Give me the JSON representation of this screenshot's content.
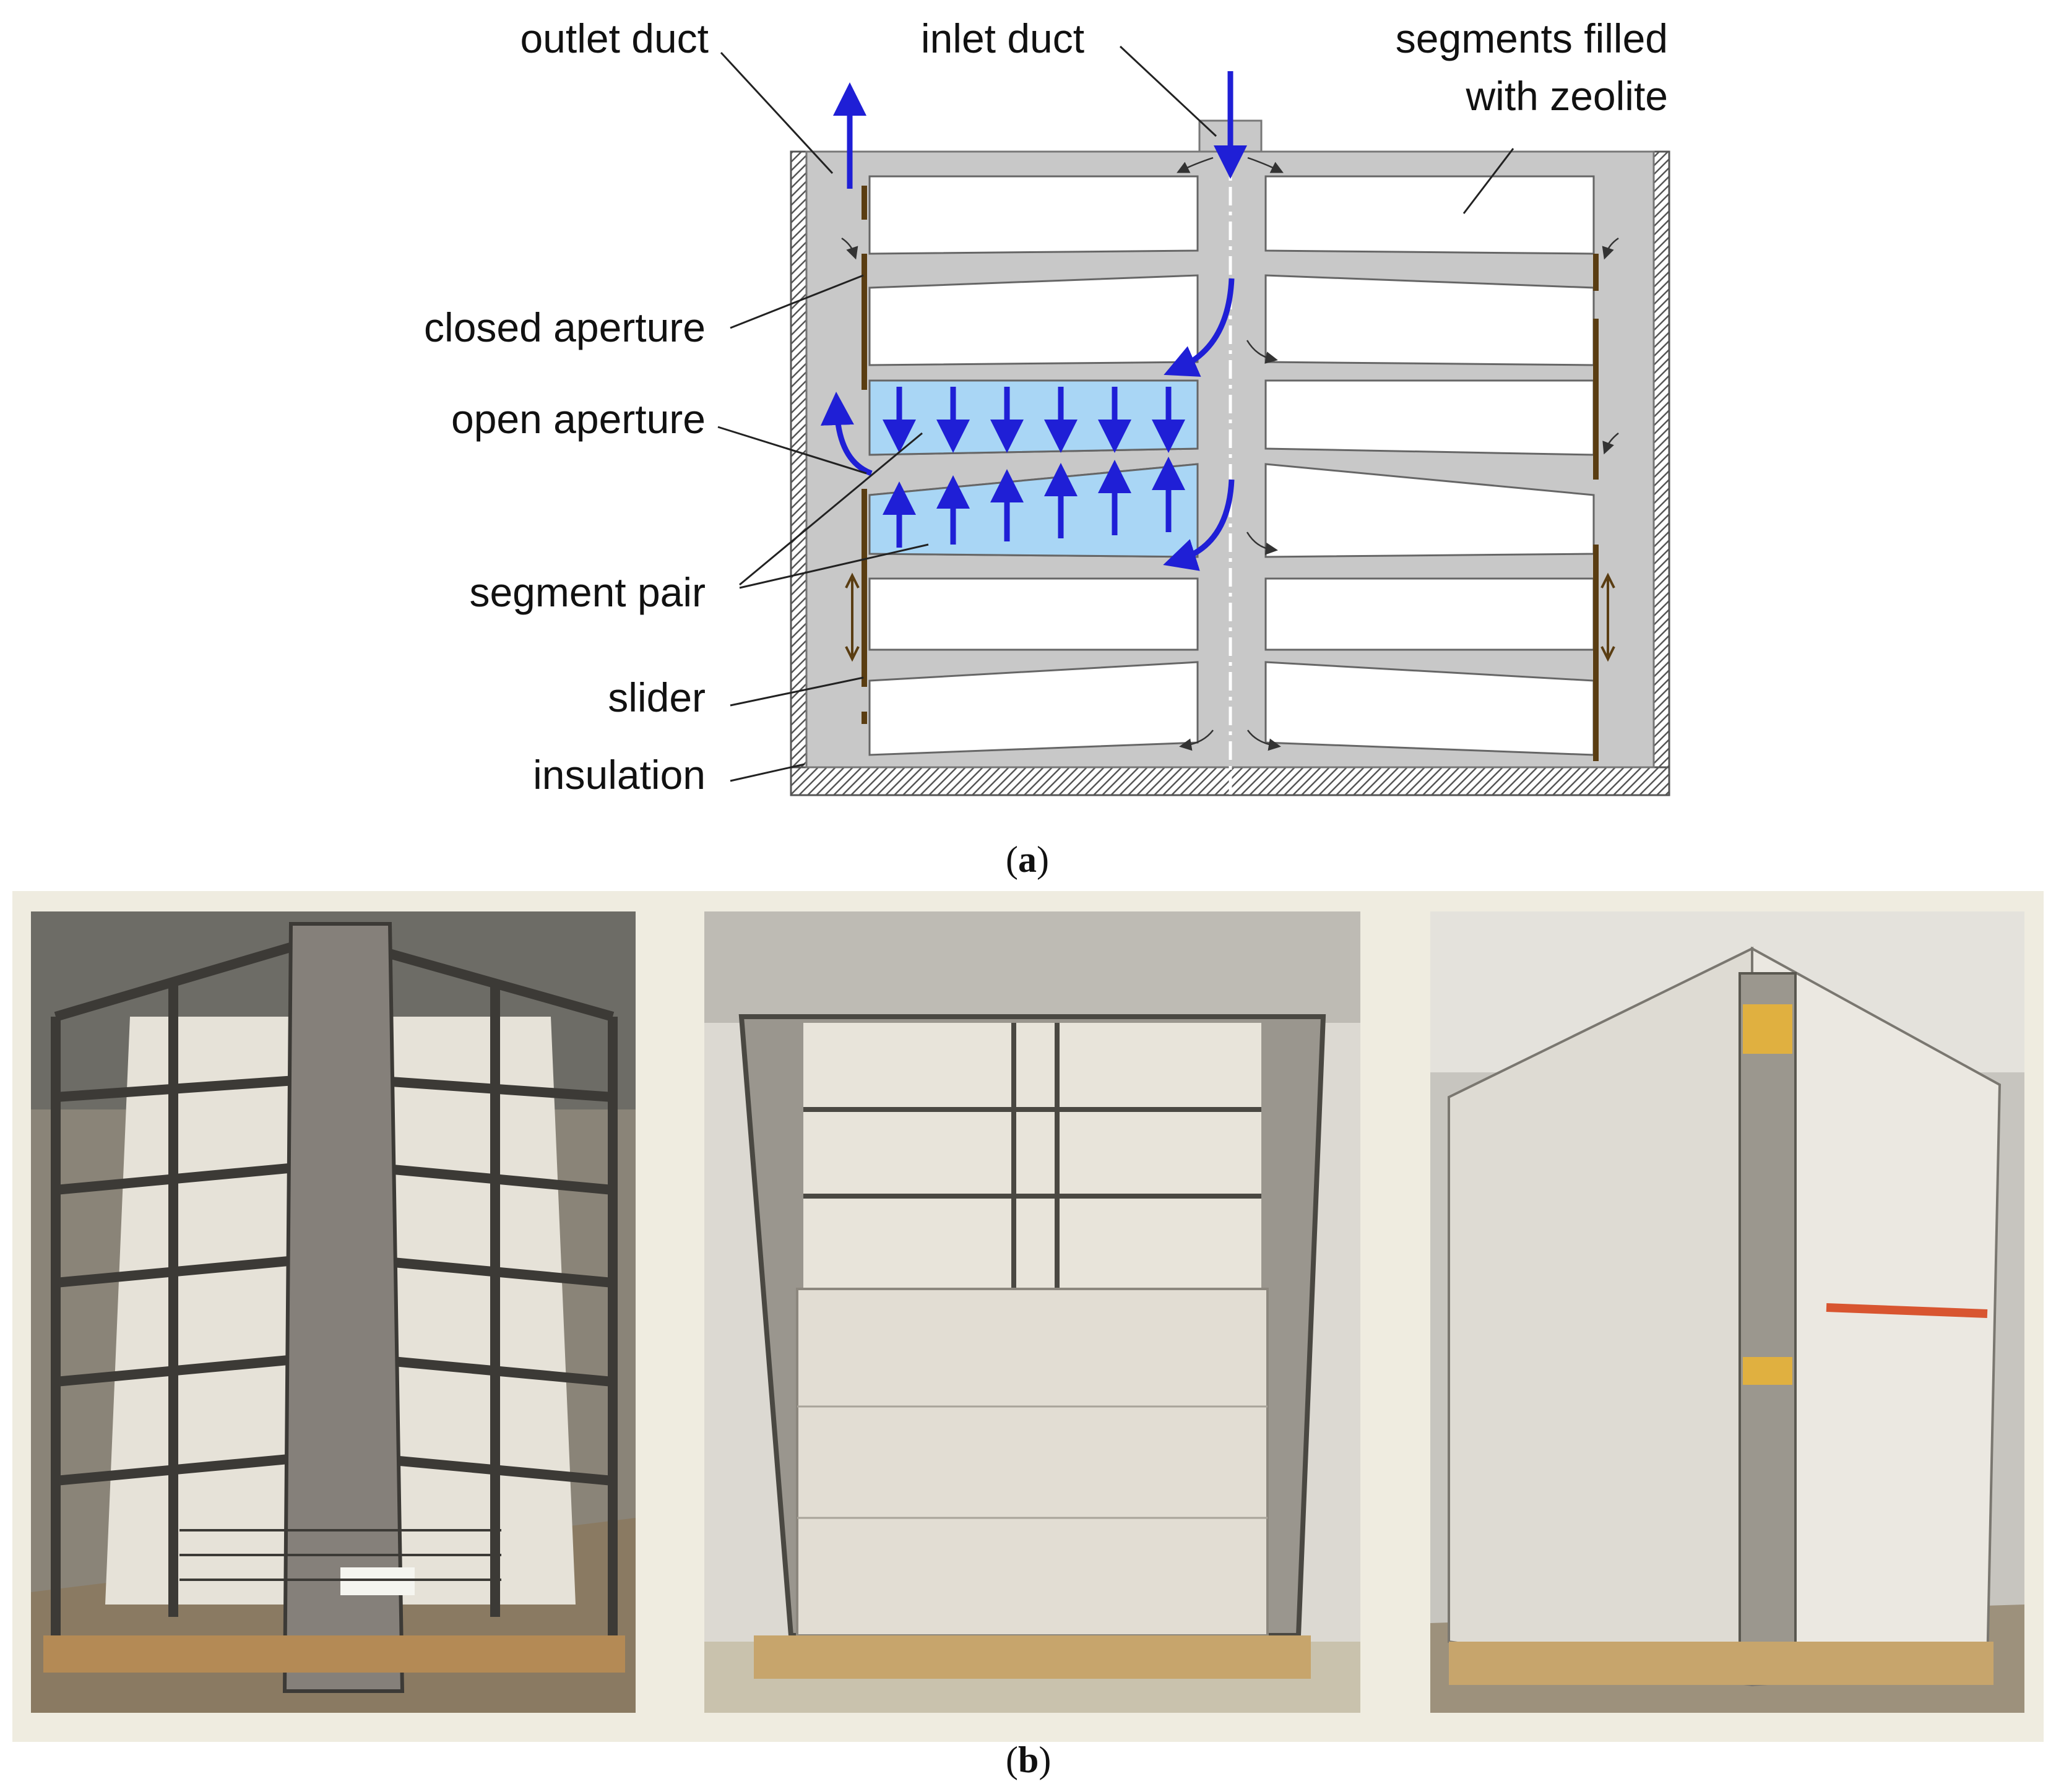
{
  "labels": {
    "outlet_duct": "outlet duct",
    "inlet_duct": "inlet duct",
    "segments_line1": "segments filled",
    "segments_line2": "with zeolite",
    "closed_aperture": "closed aperture",
    "open_aperture": "open aperture",
    "segment_pair": "segment pair",
    "slider": "slider",
    "insulation": "insulation"
  },
  "captions": {
    "a_open": "(",
    "a_letter": "a",
    "a_close": ")",
    "b_open": "(",
    "b_letter": "b",
    "b_close": ")"
  },
  "colors": {
    "frame_gray": "#c8c8c8",
    "flow_blue": "#1f1fd6",
    "segment_fill": "#a9d6f5",
    "slider_brown": "#5a3d12",
    "panel_bg": "#efece0"
  }
}
